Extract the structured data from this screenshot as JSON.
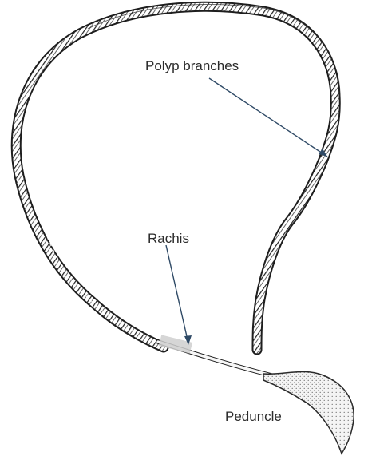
{
  "diagram": {
    "labels": {
      "polyp_branches": "Polyp branches",
      "rachis": "Rachis",
      "peduncle": "Peduncle"
    },
    "colors": {
      "outline": "#1e1e1e",
      "pointer": "#2f4a66",
      "label": "#2b2b2b"
    }
  }
}
